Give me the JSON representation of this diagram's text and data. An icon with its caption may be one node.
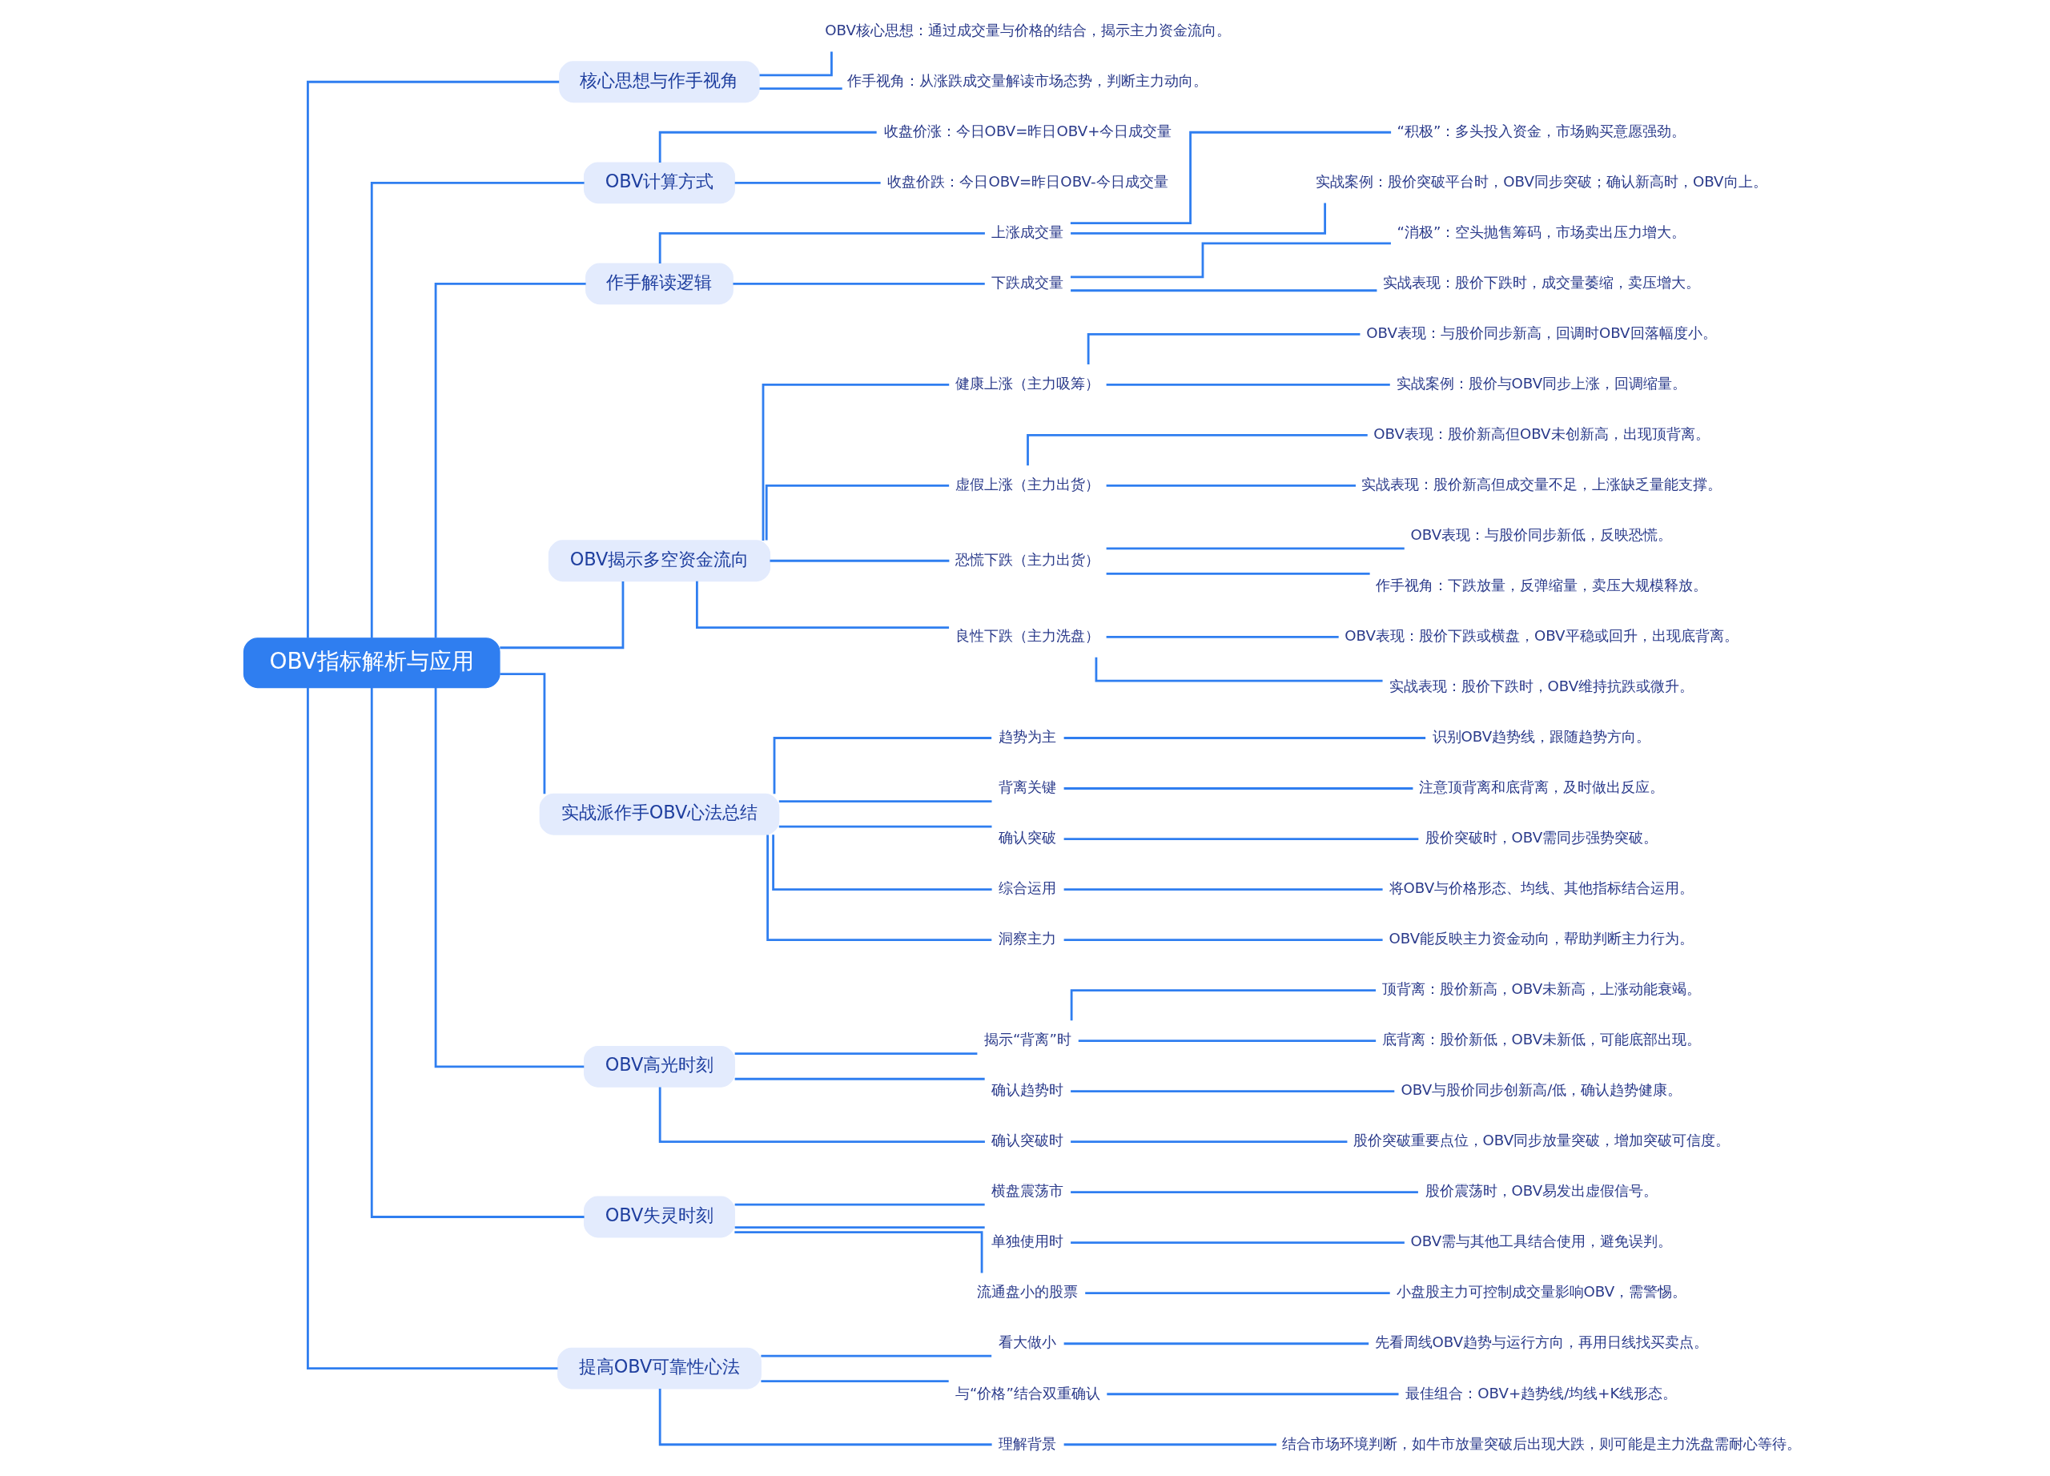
{
  "diagram": {
    "nodes": [
      {
        "text": [
          "OBV指标解析与应用"
        ]
      },
      {
        "text": [
          "核心思想与作手视角"
        ]
      },
      {
        "text": [
          "OBV核心思想：通过成交量与价格的结合，揭示主力资金流向。"
        ]
      },
      {
        "text": [
          "作手视角：从涨跌成交量解读市场态势，判断主力动向。"
        ]
      },
      {
        "text": [
          "OBV计算方式"
        ]
      },
      {
        "text": [
          "收盘价涨：今日OBV=昨日OBV+今日成交量"
        ]
      },
      {
        "text": [
          "收盘价跌：今日OBV=昨日OBV-今日成交量"
        ]
      },
      {
        "text": [
          "作手解读逻辑"
        ]
      },
      {
        "text": [
          "上涨成交量"
        ]
      },
      {
        "text": [
          "“积极”：多头投入资金，市场购买意愿强劲。"
        ]
      },
      {
        "text": [
          "实战案例：股价突破平台时，OBV同步突破；确认新高时，OBV向上。"
        ]
      },
      {
        "text": [
          "下跌成交量"
        ]
      },
      {
        "text": [
          "“消极”：空头抛售筹码，市场卖出压力增大。"
        ]
      },
      {
        "text": [
          "实战表现：股价下跌时，成交量萎缩，卖压增大。"
        ]
      },
      {
        "text": [
          "OBV揭示多空资金流向"
        ]
      },
      {
        "text": [
          "健康上涨（主力吸筹）"
        ]
      },
      {
        "text": [
          "OBV表现：与股价同步新高，回调时OBV回落幅度小。"
        ]
      },
      {
        "text": [
          "实战案例：股价与OBV同步上涨，回调缩量。"
        ]
      },
      {
        "text": [
          "虚假上涨（主力出货）"
        ]
      },
      {
        "text": [
          "OBV表现：股价新高但OBV未创新高，出现顶背离。"
        ]
      },
      {
        "text": [
          "实战表现：股价新高但成交量不足，上涨缺乏量能支撑。"
        ]
      },
      {
        "text": [
          "恐慌下跌（主力出货）"
        ]
      },
      {
        "text": [
          "OBV表现：与股价同步新低，反映恐慌。"
        ]
      },
      {
        "text": [
          "作手视角：下跌放量，反弹缩量，卖压大规模释放。"
        ]
      },
      {
        "text": [
          "良性下跌（主力洗盘）"
        ]
      },
      {
        "text": [
          "OBV表现：股价下跌或横盘，OBV平稳或回升，出现底背离。"
        ]
      },
      {
        "text": [
          "实战表现：股价下跌时，OBV维持抗跌或微升。"
        ]
      },
      {
        "text": [
          "实战派作手OBV心法总结"
        ]
      },
      {
        "text": [
          "趋势为主"
        ]
      },
      {
        "text": [
          "识别OBV趋势线，跟随趋势方向。"
        ]
      },
      {
        "text": [
          "背离关键"
        ]
      },
      {
        "text": [
          "注意顶背离和底背离，及时做出反应。"
        ]
      },
      {
        "text": [
          "确认突破"
        ]
      },
      {
        "text": [
          "股价突破时，OBV需同步强势突破。"
        ]
      },
      {
        "text": [
          "综合运用"
        ]
      },
      {
        "text": [
          "将OBV与价格形态、均线、其他指标结合运用。"
        ]
      },
      {
        "text": [
          "洞察主力"
        ]
      },
      {
        "text": [
          "OBV能反映主力资金动向，帮助判断主力行为。"
        ]
      },
      {
        "text": [
          "OBV高光时刻"
        ]
      },
      {
        "text": [
          "揭示“背离”时"
        ]
      },
      {
        "text": [
          "顶背离：股价新高，OBV未新高，上涨动能衰竭。"
        ]
      },
      {
        "text": [
          "底背离：股价新低，OBV未新低，可能底部出现。"
        ]
      },
      {
        "text": [
          "确认趋势时"
        ]
      },
      {
        "text": [
          "OBV与股价同步创新高/低，确认趋势健康。"
        ]
      },
      {
        "text": [
          "确认突破时"
        ]
      },
      {
        "text": [
          "股价突破重要点位，OBV同步放量突破，增加突破可信度。"
        ]
      },
      {
        "text": [
          "OBV失灵时刻"
        ]
      },
      {
        "text": [
          "横盘震荡市"
        ]
      },
      {
        "text": [
          "股价震荡时，OBV易发出虚假信号。"
        ]
      },
      {
        "text": [
          "单独使用时"
        ]
      },
      {
        "text": [
          "OBV需与其他工具结合使用，避免误判。"
        ]
      },
      {
        "text": [
          "流通盘小的股票"
        ]
      },
      {
        "text": [
          "小盘股主力可控制成交量影响OBV，需警惕。"
        ]
      },
      {
        "text": [
          "提高OBV可靠性心法"
        ]
      },
      {
        "text": [
          "看大做小"
        ]
      },
      {
        "text": [
          "先看周线OBV趋势与运行方向，再用日线找买卖点。"
        ]
      },
      {
        "text": [
          "与“价格”结合双重确认"
        ]
      },
      {
        "text": [
          "最佳组合：OBV+趋势线/均线+K线形态。"
        ]
      },
      {
        "text": [
          "理解背景"
        ]
      },
      {
        "text": [
          "结合市场环境判断，如牛市放量突破后出现大跌，则可能是主力洗盘需耐心等待。"
        ]
      }
    ],
    "edges": [
      {
        "from": 0,
        "to": 1,
        "arrow": "none"
      },
      {
        "from": 1,
        "to": 2,
        "arrow": "none"
      },
      {
        "from": 1,
        "to": 3,
        "arrow": "none"
      },
      {
        "from": 0,
        "to": 4,
        "arrow": "none"
      },
      {
        "from": 4,
        "to": 5,
        "arrow": "none"
      },
      {
        "from": 4,
        "to": 6,
        "arrow": "none"
      },
      {
        "from": 0,
        "to": 7,
        "arrow": "none"
      },
      {
        "from": 7,
        "to": 8,
        "arrow": "none"
      },
      {
        "from": 8,
        "to": 9,
        "arrow": "none"
      },
      {
        "from": 8,
        "to": 10,
        "arrow": "none"
      },
      {
        "from": 7,
        "to": 11,
        "arrow": "none"
      },
      {
        "from": 11,
        "to": 12,
        "arrow": "none"
      },
      {
        "from": 11,
        "to": 13,
        "arrow": "none"
      },
      {
        "from": 0,
        "to": 14,
        "arrow": "none"
      },
      {
        "from": 14,
        "to": 15,
        "arrow": "none"
      },
      {
        "from": 15,
        "to": 16,
        "arrow": "none"
      },
      {
        "from": 15,
        "to": 17,
        "arrow": "none"
      },
      {
        "from": 14,
        "to": 18,
        "arrow": "none"
      },
      {
        "from": 18,
        "to": 19,
        "arrow": "none"
      },
      {
        "from": 18,
        "to": 20,
        "arrow": "none"
      },
      {
        "from": 14,
        "to": 21,
        "arrow": "none"
      },
      {
        "from": 21,
        "to": 22,
        "arrow": "none"
      },
      {
        "from": 21,
        "to": 23,
        "arrow": "none"
      },
      {
        "from": 14,
        "to": 24,
        "arrow": "none"
      },
      {
        "from": 24,
        "to": 25,
        "arrow": "none"
      },
      {
        "from": 24,
        "to": 26,
        "arrow": "none"
      },
      {
        "from": 0,
        "to": 27,
        "arrow": "none"
      },
      {
        "from": 27,
        "to": 28,
        "arrow": "none"
      },
      {
        "from": 28,
        "to": 29,
        "arrow": "none"
      },
      {
        "from": 27,
        "to": 30,
        "arrow": "none"
      },
      {
        "from": 30,
        "to": 31,
        "arrow": "none"
      },
      {
        "from": 27,
        "to": 32,
        "arrow": "none"
      },
      {
        "from": 32,
        "to": 33,
        "arrow": "none"
      },
      {
        "from": 27,
        "to": 34,
        "arrow": "none"
      },
      {
        "from": 34,
        "to": 35,
        "arrow": "none"
      },
      {
        "from": 27,
        "to": 36,
        "arrow": "none"
      },
      {
        "from": 36,
        "to": 37,
        "arrow": "none"
      },
      {
        "from": 0,
        "to": 38,
        "arrow": "none"
      },
      {
        "from": 38,
        "to": 39,
        "arrow": "none"
      },
      {
        "from": 39,
        "to": 40,
        "arrow": "none"
      },
      {
        "from": 39,
        "to": 41,
        "arrow": "none"
      },
      {
        "from": 38,
        "to": 42,
        "arrow": "none"
      },
      {
        "from": 42,
        "to": 43,
        "arrow": "none"
      },
      {
        "from": 38,
        "to": 44,
        "arrow": "none"
      },
      {
        "from": 44,
        "to": 45,
        "arrow": "none"
      },
      {
        "from": 0,
        "to": 46,
        "arrow": "none"
      },
      {
        "from": 46,
        "to": 47,
        "arrow": "none"
      },
      {
        "from": 47,
        "to": 48,
        "arrow": "none"
      },
      {
        "from": 46,
        "to": 49,
        "arrow": "none"
      },
      {
        "from": 49,
        "to": 50,
        "arrow": "none"
      },
      {
        "from": 46,
        "to": 51,
        "arrow": "none"
      },
      {
        "from": 51,
        "to": 52,
        "arrow": "none"
      },
      {
        "from": 0,
        "to": 53,
        "arrow": "none"
      },
      {
        "from": 53,
        "to": 54,
        "arrow": "none"
      },
      {
        "from": 54,
        "to": 55,
        "arrow": "none"
      },
      {
        "from": 53,
        "to": 56,
        "arrow": "none"
      },
      {
        "from": 56,
        "to": 57,
        "arrow": "none"
      },
      {
        "from": 53,
        "to": 58,
        "arrow": "none"
      },
      {
        "from": 58,
        "to": 59,
        "arrow": "none"
      }
    ]
  }
}
